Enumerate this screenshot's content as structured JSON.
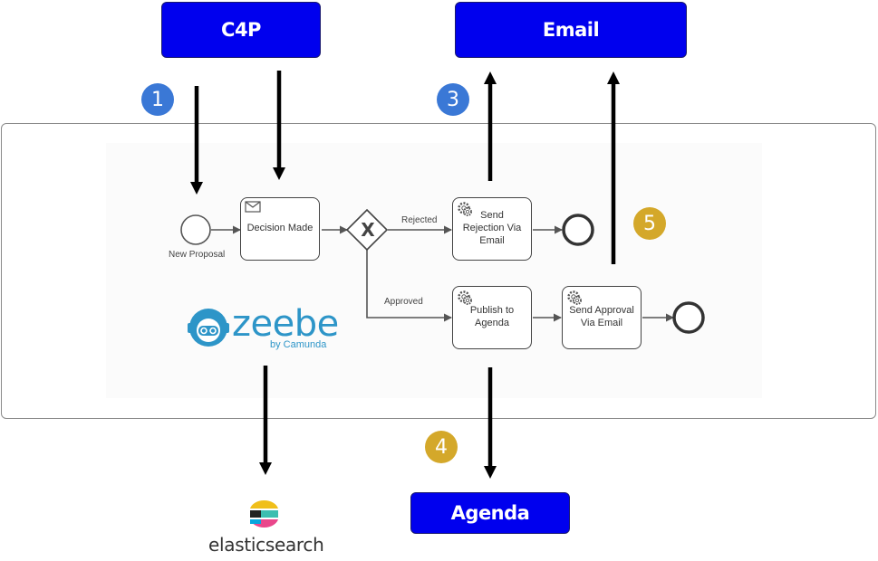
{
  "systems": {
    "c4p": "C4P",
    "email": "Email",
    "agenda": "Agenda"
  },
  "steps": [
    "1",
    "3",
    "4",
    "5"
  ],
  "process": {
    "start_event_label": "New Proposal",
    "decision_task": "Decision Made",
    "gateway_symbol": "X",
    "rejected_label": "Rejected",
    "approved_label": "Approved",
    "reject_task": "Send Rejection Via Email",
    "publish_task": "Publish to Agenda",
    "approval_task": "Send Approval Via Email"
  },
  "logos": {
    "zeebe": "zeebe",
    "zeebe_sub": "by Camunda",
    "elasticsearch": "elasticsearch"
  },
  "colors": {
    "system_box": "#0000ee",
    "badge_blue": "#3a78d6",
    "badge_gold": "#d4a82a",
    "zeebe": "#2d95c8"
  }
}
